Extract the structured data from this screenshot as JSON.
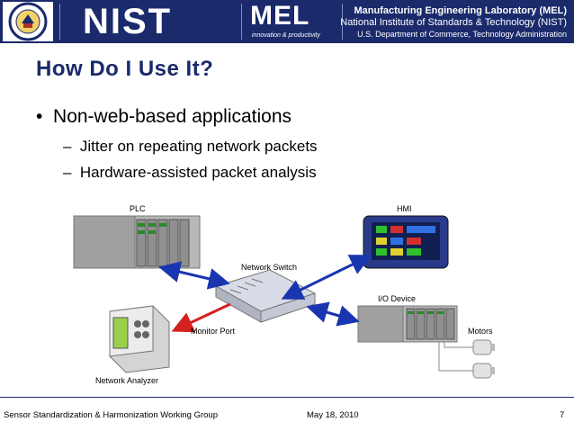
{
  "header": {
    "nist_logo_text": "NIST",
    "mel_logo_text": "MEL",
    "mel_tagline": "innovation & productivity",
    "lab_name": "Manufacturing Engineering Laboratory (MEL)",
    "institute": "National Institute of Standards & Technology (NIST)",
    "department": "U.S. Department of Commerce, Technology Administration"
  },
  "slide": {
    "title": "How Do I Use It?",
    "bullet": "Non-web-based applications",
    "sub_bullets": [
      "Jitter on repeating network packets",
      "Hardware-assisted packet analysis"
    ]
  },
  "diagram": {
    "plc_label": "PLC",
    "hmi_label": "HMI",
    "switch_label": "Network Switch",
    "io_label": "I/O Device",
    "monitor_port_label": "Monitor Port",
    "motors_label": "Motors",
    "analyzer_label": "Network Analyzer"
  },
  "footer": {
    "group": "Sensor Standardization & Harmonization Working Group",
    "date": "May 18, 2010",
    "page": "7"
  },
  "colors": {
    "header_bg": "#1a2a6b",
    "title": "#1a2a6b",
    "link_arrow": "#1a35b0",
    "monitor_arrow": "#d42020"
  }
}
